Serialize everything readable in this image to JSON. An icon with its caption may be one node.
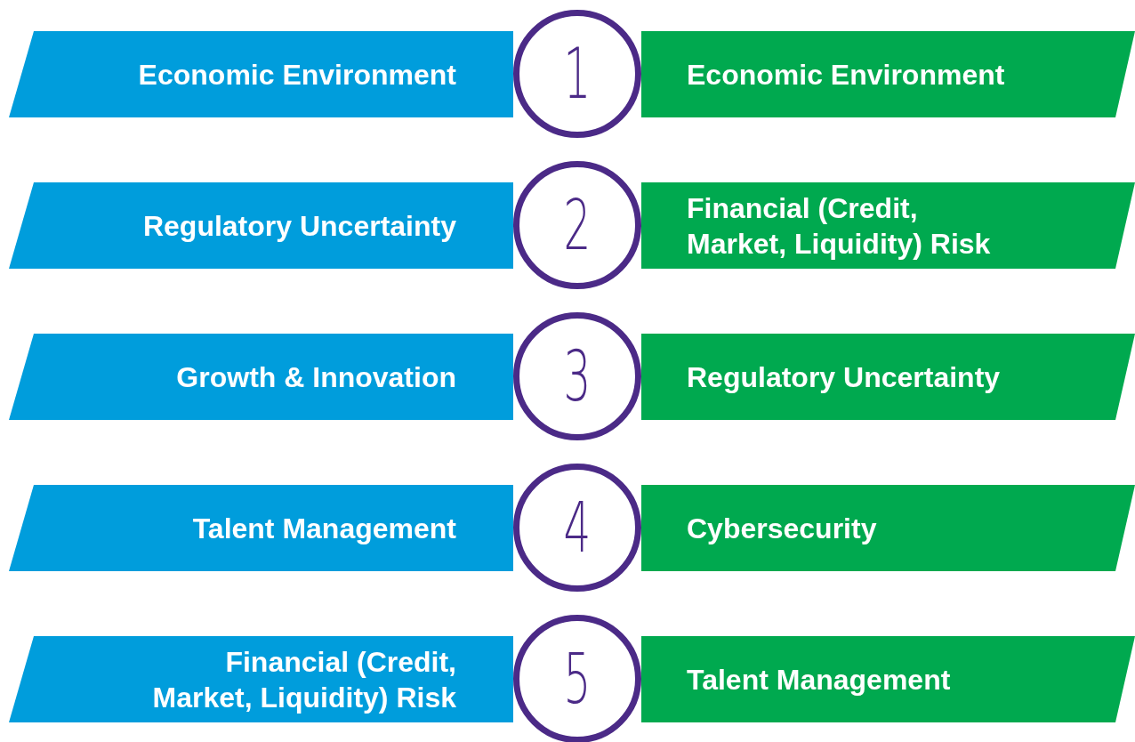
{
  "diagram": {
    "nodes": [
      {
        "text": [
          "Economic Environment"
        ]
      },
      {
        "text": [
          "1"
        ]
      },
      {
        "text": [
          "Economic Environment"
        ]
      },
      {
        "text": [
          "Regulatory Uncertainty"
        ]
      },
      {
        "text": [
          "2"
        ]
      },
      {
        "text": [
          "Financial (Credit, Market, Liquidity) Risk"
        ]
      },
      {
        "text": [
          "Growth & Innovation"
        ]
      },
      {
        "text": [
          "3"
        ]
      },
      {
        "text": [
          "Regulatory Uncertainty"
        ]
      },
      {
        "text": [
          "Talent Management"
        ]
      },
      {
        "text": [
          "4"
        ]
      },
      {
        "text": [
          "Cybersecurity"
        ]
      },
      {
        "text": [
          "Financial (Credit, Market, Liquidity) Risk"
        ]
      },
      {
        "text": [
          "5"
        ]
      },
      {
        "text": [
          "Talent Management"
        ]
      }
    ]
  }
}
